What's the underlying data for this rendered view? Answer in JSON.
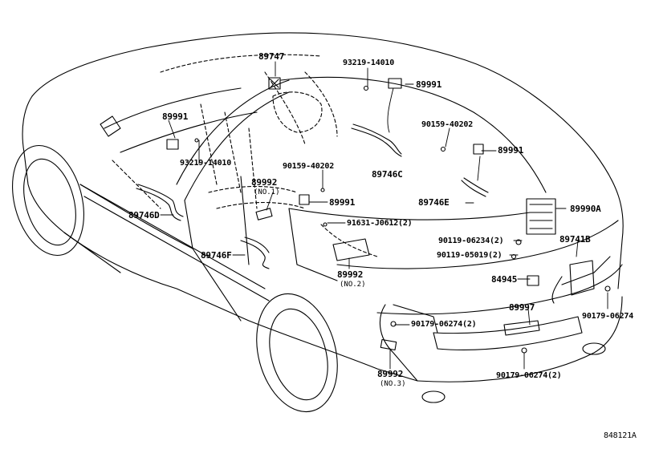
{
  "parts": {
    "p89747": "89747",
    "p93219_top": "93219-14010",
    "p89991_top": "89991",
    "p89991_left": "89991",
    "p90159_right": "90159-40202",
    "p89991_right": "89991",
    "p89746C": "89746C",
    "p93219_mid": "93219-14010",
    "p90159_mid": "90159-40202",
    "p89992_1": "89992",
    "p89992_1_sub": "(NO.1)",
    "p89991_mid": "89991",
    "p89746E": "89746E",
    "p89990A": "89990A",
    "p89746D": "89746D",
    "p91631": "91631-J0612(2)",
    "p90119_06234": "90119-06234(2)",
    "p89741B": "89741B",
    "p89746F": "89746F",
    "p90119_05019": "90119-05019(2)",
    "p89992_2": "89992",
    "p89992_2_sub": "(NO.2)",
    "p84945": "84945",
    "p89997": "89997",
    "p90179_right": "90179-06274",
    "p90179_mid": "90179-06274(2)",
    "p89992_3": "89992",
    "p89992_3_sub": "(NO.3)",
    "p90179_bottom": "90179-06274(2)"
  },
  "diagram_id": "848121A",
  "colors": {
    "line": "#000000",
    "background": "#ffffff"
  }
}
